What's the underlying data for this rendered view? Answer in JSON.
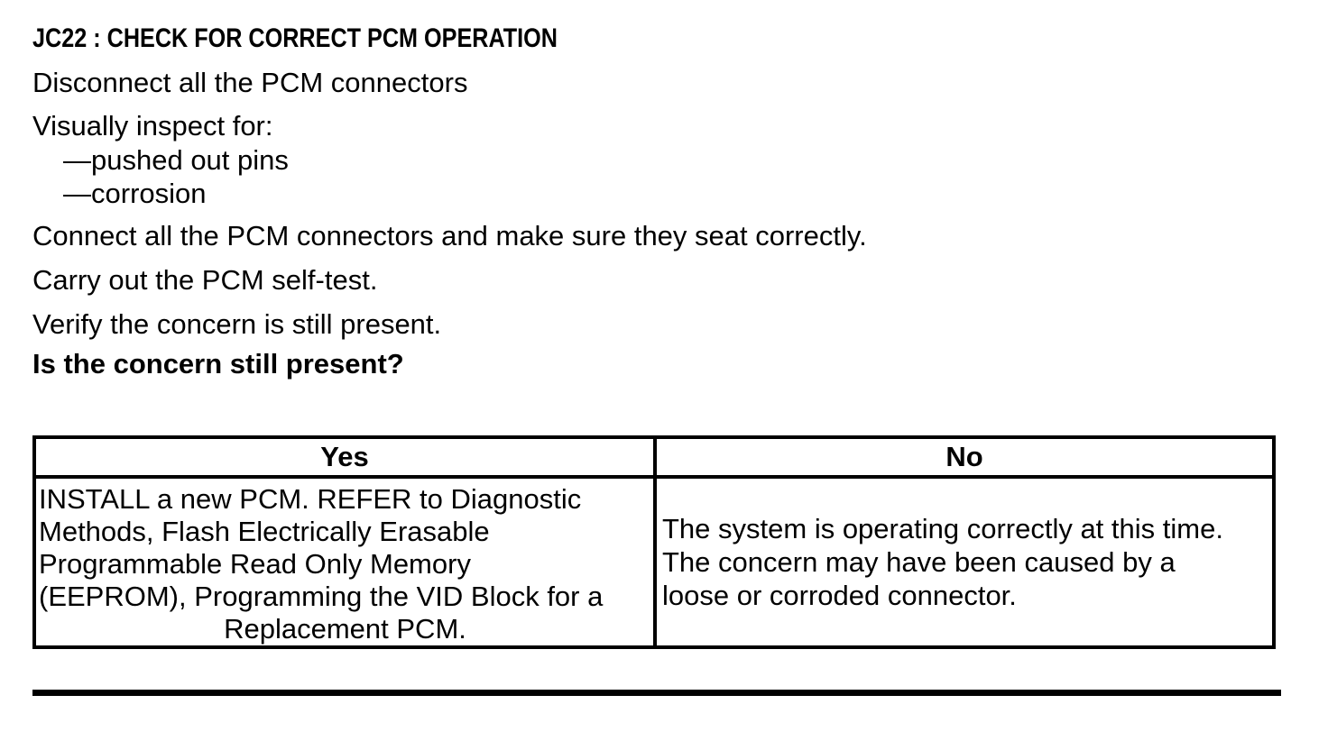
{
  "document": {
    "heading": "JC22 : CHECK FOR CORRECT PCM OPERATION",
    "steps": {
      "disconnect": "Disconnect all the PCM connectors",
      "inspect_intro": "Visually inspect for:",
      "inspect_items": [
        "—pushed out pins",
        "—corrosion"
      ],
      "connect": "Connect all the PCM connectors and make sure they seat correctly.",
      "self_test": "Carry out the PCM self-test.",
      "verify": "Verify the concern is still present.",
      "question": "Is the concern still present?"
    },
    "results_table": {
      "columns": [
        "Yes",
        "No"
      ],
      "yes_lines": [
        "INSTALL a new PCM. REFER to Diagnostic",
        "Methods, Flash Electrically Erasable",
        "Programmable Read Only Memory",
        "(EEPROM), Programming the VID Block for a",
        "Replacement PCM."
      ],
      "no_lines": [
        "The system is operating correctly at this time.",
        "The concern may have been caused by a",
        "loose or corroded connector."
      ]
    },
    "colors": {
      "text": "#000000",
      "background": "#ffffff",
      "border": "#000000"
    }
  }
}
